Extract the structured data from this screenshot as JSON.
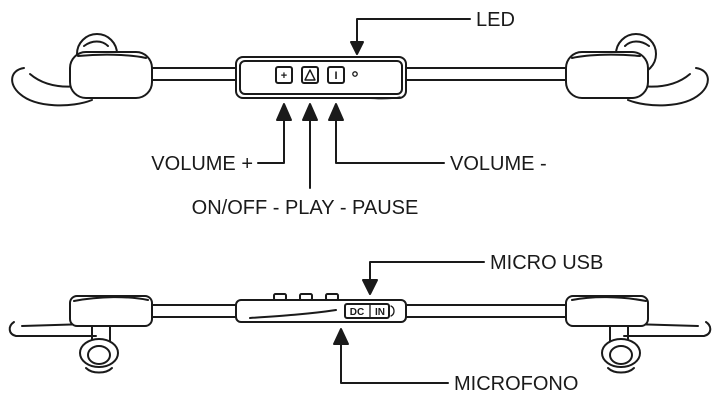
{
  "labels": {
    "led": "LED",
    "volume_plus": "VOLUME +",
    "volume_minus": "VOLUME -",
    "on_off": "ON/OFF - PLAY - PAUSE",
    "micro_usb": "MICRO USB",
    "microfono": "MICROFONO"
  },
  "buttons": {
    "plus": "+",
    "play": "",
    "minus": "I"
  },
  "port": {
    "dc": "DC",
    "in": "IN"
  },
  "colors": {
    "ink": "#1a1a1a",
    "background": "#ffffff"
  }
}
